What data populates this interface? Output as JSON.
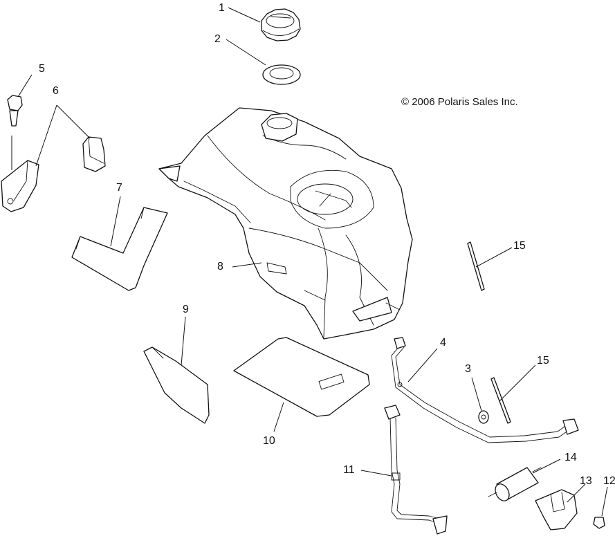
{
  "copyright": "© 2006 Polaris Sales Inc.",
  "callouts": {
    "c1": "1",
    "c2": "2",
    "c3": "3",
    "c4": "4",
    "c5": "5",
    "c6": "6",
    "c7": "7",
    "c8": "8",
    "c9": "9",
    "c10": "10",
    "c11": "11",
    "c12": "12",
    "c13": "13",
    "c14": "14",
    "c15a": "15",
    "c15b": "15"
  }
}
